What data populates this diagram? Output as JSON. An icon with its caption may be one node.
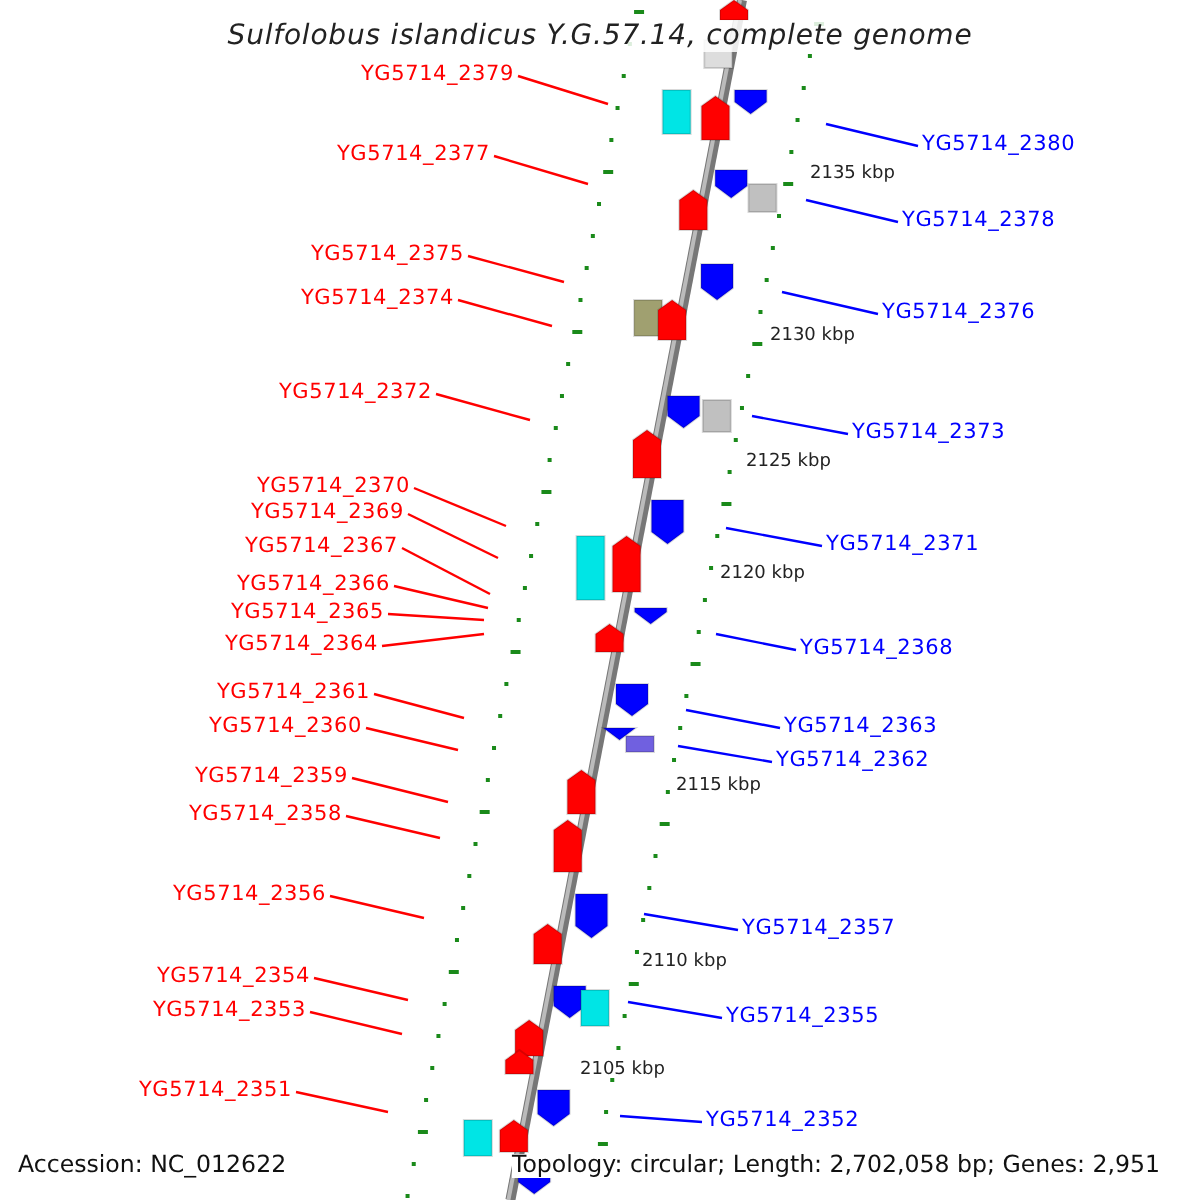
{
  "diagram": {
    "title": "Sulfolobus islandicus Y.G.57.14, complete genome",
    "nodes": [
      {
        "text": [
          "YG5714_2379"
        ]
      },
      {
        "text": [
          "YG5714_2380"
        ]
      },
      {
        "text": [
          "YG5714_2377"
        ]
      },
      {
        "text": [
          "YG5714_2378"
        ]
      },
      {
        "text": [
          "YG5714_2375"
        ]
      },
      {
        "text": [
          "YG5714_2374"
        ]
      },
      {
        "text": [
          "YG5714_2376"
        ]
      },
      {
        "text": [
          "YG5714_2372"
        ]
      },
      {
        "text": [
          "YG5714_2373"
        ]
      },
      {
        "text": [
          "YG5714_2370"
        ]
      },
      {
        "text": [
          "YG5714_2369"
        ]
      },
      {
        "text": [
          "YG5714_2371"
        ]
      },
      {
        "text": [
          "YG5714_2367"
        ]
      },
      {
        "text": [
          "YG5714_2366"
        ]
      },
      {
        "text": [
          "YG5714_2365"
        ]
      },
      {
        "text": [
          "YG5714_2364"
        ]
      },
      {
        "text": [
          "YG5714_2368"
        ]
      },
      {
        "text": [
          "YG5714_2361"
        ]
      },
      {
        "text": [
          "YG5714_2360"
        ]
      },
      {
        "text": [
          "YG5714_2363"
        ]
      },
      {
        "text": [
          "YG5714_2362"
        ]
      },
      {
        "text": [
          "YG5714_2359"
        ]
      },
      {
        "text": [
          "YG5714_2358"
        ]
      },
      {
        "text": [
          "YG5714_2356"
        ]
      },
      {
        "text": [
          "YG5714_2357"
        ]
      },
      {
        "text": [
          "YG5714_2354"
        ]
      },
      {
        "text": [
          "YG5714_2353"
        ]
      },
      {
        "text": [
          "YG5714_2355"
        ]
      },
      {
        "text": [
          "YG5714_2351"
        ]
      },
      {
        "text": [
          "YG5714_2352"
        ]
      }
    ],
    "edges": [
      {
        "from": 0,
        "to": null,
        "arrow": "none"
      },
      {
        "from": 1,
        "to": null,
        "arrow": "none",
        "color": "#0000ff"
      },
      {
        "from": 2,
        "to": null,
        "arrow": "none"
      },
      {
        "from": 3,
        "to": null,
        "arrow": "none",
        "color": "#0000ff"
      },
      {
        "from": 4,
        "to": null,
        "arrow": "none"
      },
      {
        "from": 5,
        "to": null,
        "arrow": "none"
      },
      {
        "from": 6,
        "to": null,
        "arrow": "none",
        "color": "#0000ff"
      },
      {
        "from": 7,
        "to": null,
        "arrow": "none"
      },
      {
        "from": 8,
        "to": null,
        "arrow": "none",
        "color": "#0000ff"
      },
      {
        "from": 9,
        "to": null,
        "arrow": "none"
      },
      {
        "from": 10,
        "to": null,
        "arrow": "none"
      },
      {
        "from": 11,
        "to": null,
        "arrow": "none",
        "color": "#0000ff"
      },
      {
        "from": 12,
        "to": null,
        "arrow": "none"
      },
      {
        "from": 13,
        "to": null,
        "arrow": "none"
      },
      {
        "from": 14,
        "to": null,
        "arrow": "none"
      },
      {
        "from": 15,
        "to": null,
        "arrow": "none"
      },
      {
        "from": 16,
        "to": null,
        "arrow": "none",
        "color": "#0000ff"
      },
      {
        "from": 17,
        "to": null,
        "arrow": "none"
      },
      {
        "from": 18,
        "to": null,
        "arrow": "none"
      },
      {
        "from": 19,
        "to": null,
        "arrow": "none",
        "color": "#0000ff"
      },
      {
        "from": 20,
        "to": null,
        "arrow": "none",
        "color": "#0000ff"
      },
      {
        "from": 21,
        "to": null,
        "arrow": "none"
      },
      {
        "from": 22,
        "to": null,
        "arrow": "none"
      },
      {
        "from": 23,
        "to": null,
        "arrow": "none"
      },
      {
        "from": 24,
        "to": null,
        "arrow": "none",
        "color": "#0000ff"
      },
      {
        "from": 25,
        "to": null,
        "arrow": "none"
      },
      {
        "from": 26,
        "to": null,
        "arrow": "none"
      },
      {
        "from": 27,
        "to": null,
        "arrow": "none",
        "color": "#0000ff"
      },
      {
        "from": 28,
        "to": null,
        "arrow": "none"
      },
      {
        "from": 29,
        "to": null,
        "arrow": "none",
        "color": "#0000ff"
      }
    ],
    "labels": [
      "2135 kbp",
      "2130 kbp",
      "2125 kbp",
      "2120 kbp",
      "2115 kbp",
      "2110 kbp",
      "2105 kbp",
      "Accession: NC_012622",
      "Topology: circular; Length: 2,702,058 bp; Genes: 2,951"
    ]
  }
}
